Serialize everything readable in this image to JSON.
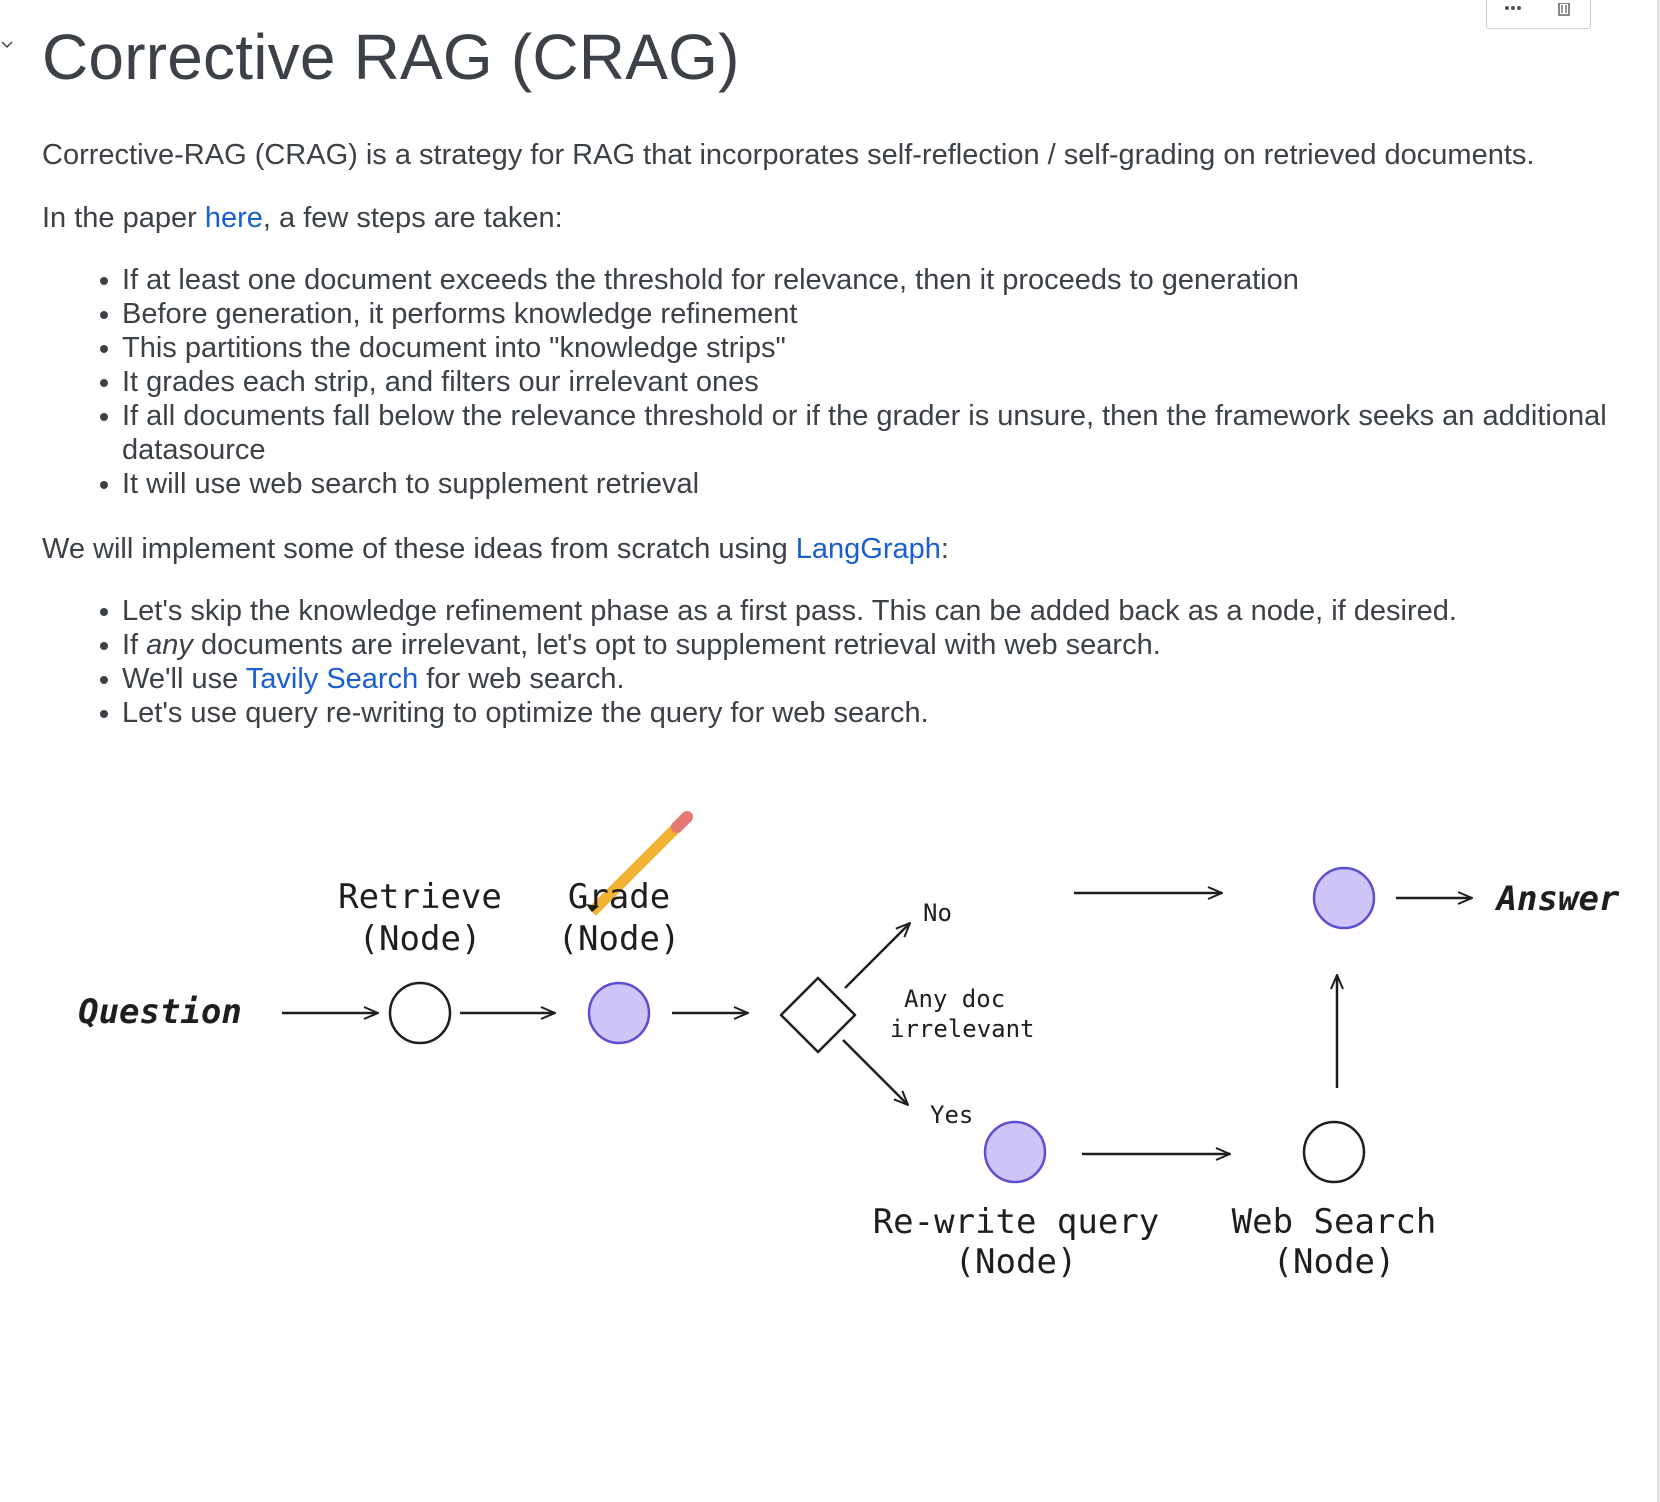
{
  "heading": {
    "title": "Corrective RAG (CRAG)"
  },
  "intro": {
    "text": "Corrective-RAG (CRAG) is a strategy for RAG that incorporates self-reflection / self-grading on retrieved documents."
  },
  "paper_line": {
    "prefix": "In the paper ",
    "link_text": "here",
    "suffix": ", a few steps are taken:"
  },
  "steps": [
    "If at least one document exceeds the threshold for relevance, then it proceeds to generation",
    "Before generation, it performs knowledge refinement",
    "This partitions the document into \"knowledge strips\"",
    "It grades each strip, and filters our irrelevant ones",
    "If all documents fall below the relevance threshold or if the grader is unsure, then the framework seeks an additional datasource",
    "It will use web search to supplement retrieval"
  ],
  "implement_line": {
    "prefix": "We will implement some of these ideas from scratch using ",
    "link_text": "LangGraph",
    "suffix": ":"
  },
  "plan": {
    "item1": "Let's skip the knowledge refinement phase as a first pass. This can be added back as a node, if desired.",
    "item2_prefix": "If ",
    "item2_emph": "any",
    "item2_suffix": " documents are irrelevant, let's opt to supplement retrieval with web search.",
    "item3_prefix": "We'll use ",
    "item3_link": "Tavily Search",
    "item3_suffix": " for web search.",
    "item4": "Let's use query re-writing to optimize the query for web search."
  },
  "diagram": {
    "question": "Question",
    "retrieve_l1": "Retrieve",
    "retrieve_l2": "(Node)",
    "grade_l1": "Grade",
    "grade_l2": "(Node)",
    "no_label": "No",
    "yes_label": "Yes",
    "decision_l1": "Any doc",
    "decision_l2": "irrelevant",
    "answer": "Answer",
    "rewrite_l1": "Re-write query",
    "rewrite_l2": "(Node)",
    "websearch_l1": "Web Search",
    "websearch_l2": "(Node)",
    "node_fill": "#cfc4f7",
    "node_stroke": "#5a4fcf",
    "pencil_body": "#f2b233",
    "pencil_tip": "#e57a73"
  }
}
